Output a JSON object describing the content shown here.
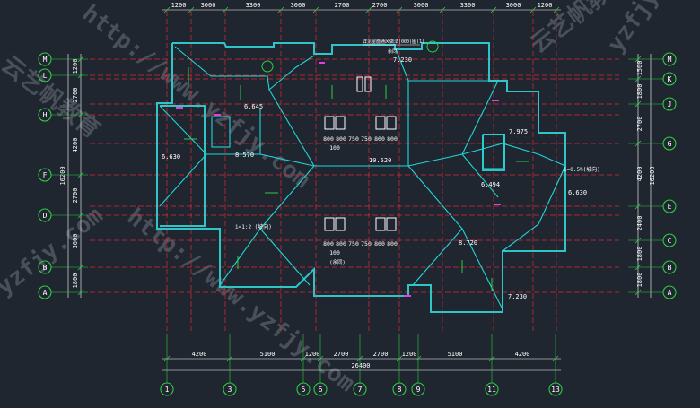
{
  "colors": {
    "background": "#1f2630",
    "grid_axis": "#e0283a",
    "dim_line": "#ffffff",
    "text": "#ffffff",
    "wall": "#2ec4c8",
    "roof": "#20d6d6",
    "bubble": "#2ecc40",
    "annotation": "#2ecc40",
    "magenta": "#e040e0",
    "watermark": "#9aa0a8"
  },
  "top_dimensions": [
    "1200",
    "3000",
    "3300",
    "3000",
    "2700",
    "2700",
    "3000",
    "3300",
    "3000",
    "1200"
  ],
  "bottom_dimensions": [
    "4200",
    "5100",
    "1200",
    "2700",
    "2700",
    "1200",
    "5100",
    "4200"
  ],
  "bottom_total": "26400",
  "left_dimensions": [
    "1200",
    "2700",
    "4200",
    "2700",
    "3600",
    "1800"
  ],
  "left_total": "16200",
  "right_dimensions": [
    "1500",
    "1800",
    "2700",
    "4200",
    "2400",
    "1800",
    "1800"
  ],
  "right_total": "16200",
  "left_axis_labels": [
    "M",
    "L",
    "H",
    "F",
    "D",
    "B",
    "A"
  ],
  "right_axis_labels": [
    "M",
    "K",
    "J",
    "G",
    "E",
    "C",
    "B",
    "A"
  ],
  "bottom_axis_labels": [
    "1",
    "3",
    "5",
    "6",
    "7",
    "8",
    "9",
    "11",
    "13"
  ],
  "elevations": {
    "e1": "7.230",
    "e2": "6.645",
    "e3": "6.630",
    "e4": "8.570",
    "e5": "10.520",
    "e6": "7.975",
    "e7": "6.494",
    "e8": "6.630",
    "e9": "8.720",
    "e10": "7.230",
    "e11": "i=0.5%(坡向)",
    "e12": "i=1:2 (坡向)"
  },
  "window_dims_top": [
    "800",
    "800",
    "750",
    "750",
    "800",
    "800"
  ],
  "window_dims_bottom": [
    "800",
    "800",
    "750",
    "750",
    "800",
    "800"
  ],
  "window_sub_top": "100",
  "window_sub_bottom": "100",
  "sub_label_bottom": "(余同)",
  "note_top": "详见屋面通风做法(000)图(1)",
  "note_top_sub": "余同",
  "watermarks": [
    "http://www.yzfjy.com",
    "http://www.yzfjy.com",
    "云艺帆教育",
    "云艺帆教育",
    "yzfjy.com",
    "yzfjy.com"
  ]
}
